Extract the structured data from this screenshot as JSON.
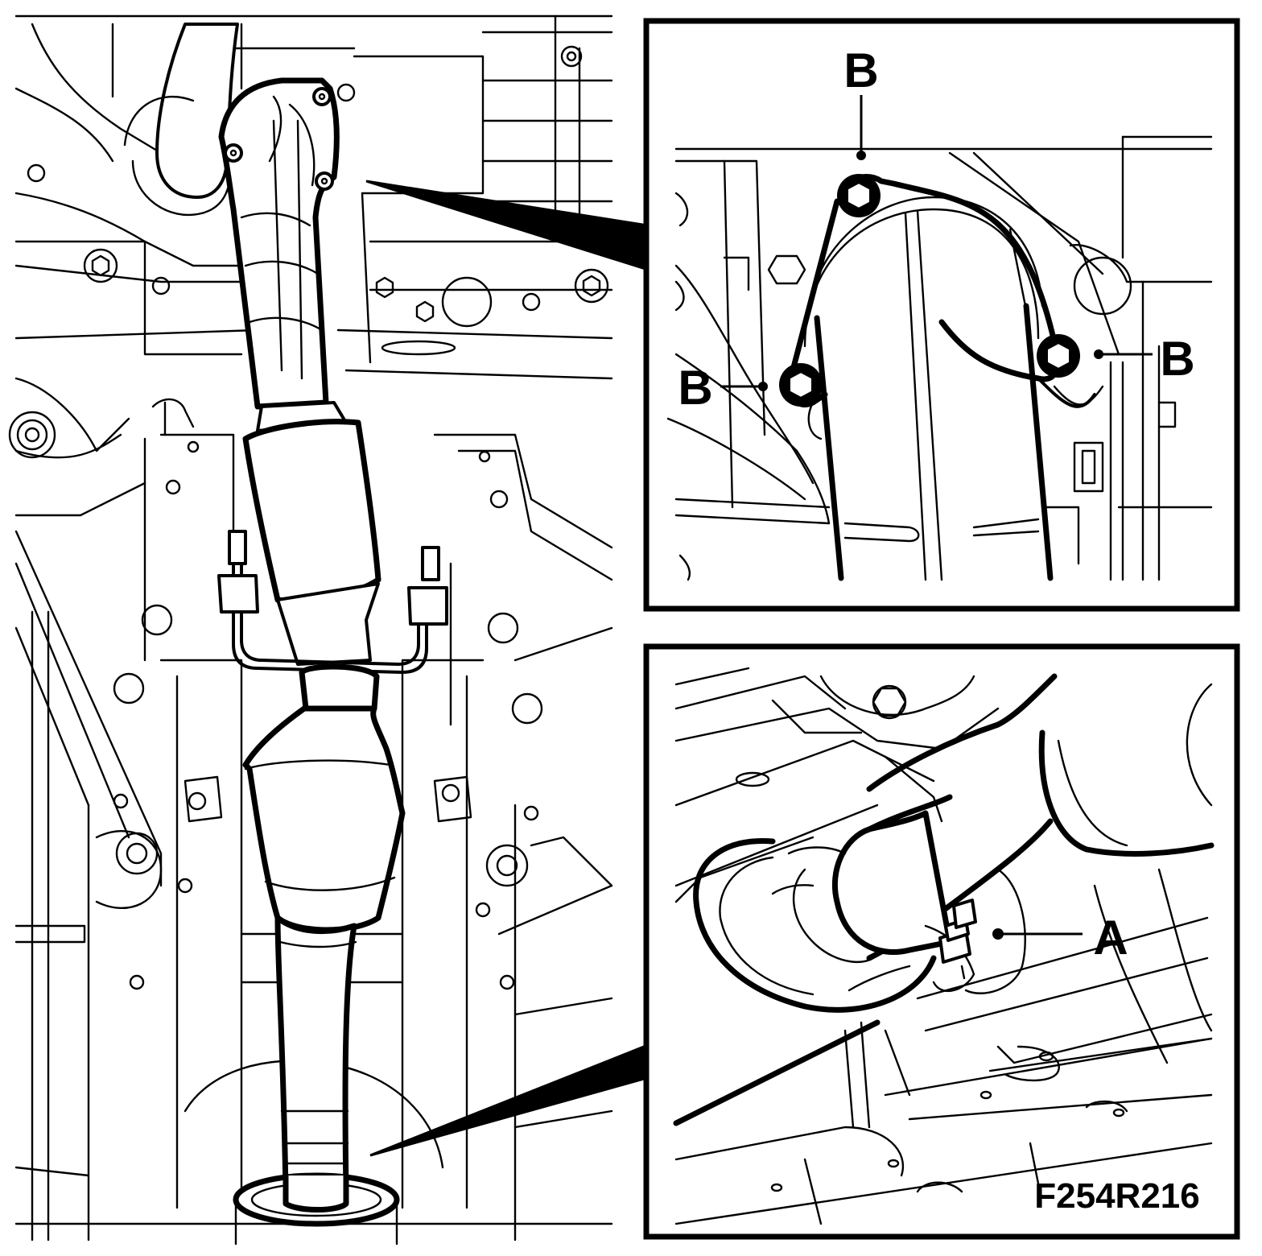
{
  "figure_id": "F254R216",
  "callouts": {
    "bolt_top": "B",
    "bolt_left": "B",
    "bolt_right": "B",
    "nut": "A"
  },
  "colors": {
    "line": "#000000",
    "background": "#ffffff"
  }
}
